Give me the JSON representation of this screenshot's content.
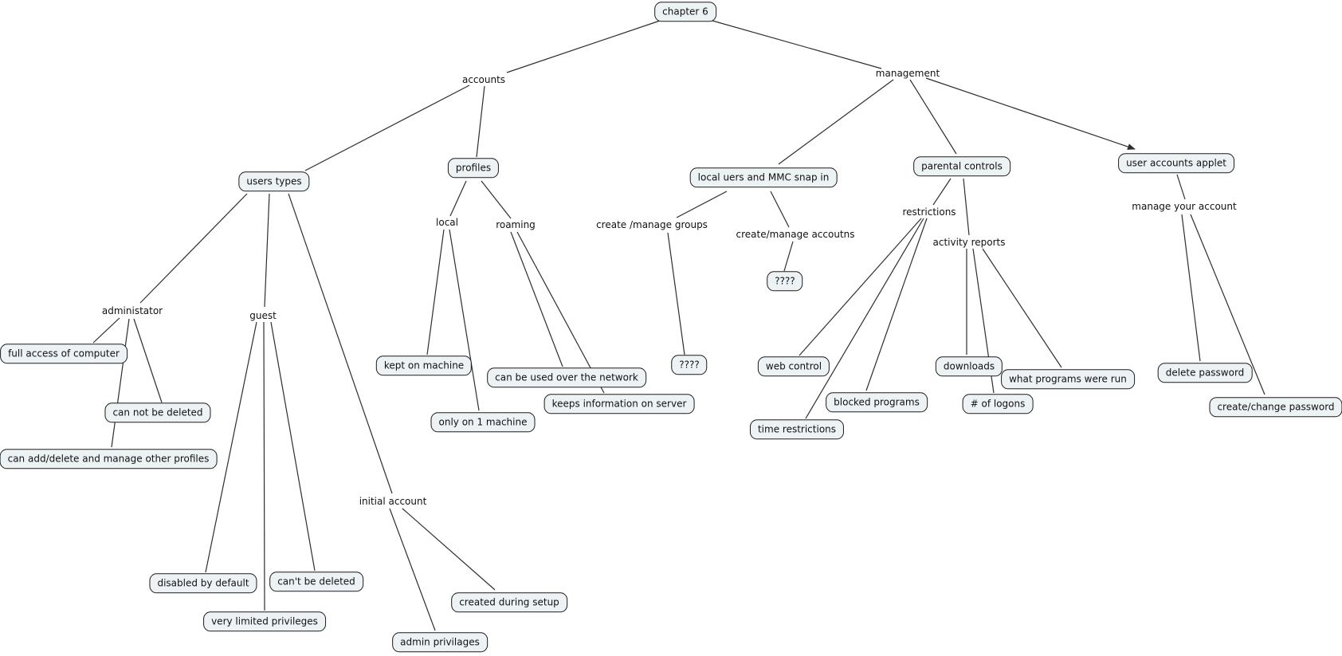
{
  "diagram_title": "chapter 6",
  "colors": {
    "background": "#ffffff",
    "node_fill": "#edf2f5",
    "node_border": "#1c1c1c",
    "line": "#2e2e2e",
    "text": "#111111"
  },
  "nodes": {
    "chapter6": {
      "label": "chapter 6",
      "type": "box"
    },
    "accounts": {
      "label": "accounts",
      "type": "text"
    },
    "management": {
      "label": "management",
      "type": "text"
    },
    "users_types": {
      "label": "users types",
      "type": "box"
    },
    "profiles": {
      "label": "profiles",
      "type": "box"
    },
    "local_users_mmc": {
      "label": "local uers and MMC snap in",
      "type": "box"
    },
    "parental_controls": {
      "label": "parental controls",
      "type": "box"
    },
    "user_accounts_applet": {
      "label": "user accounts applet",
      "type": "box"
    },
    "administator": {
      "label": "administator",
      "type": "text"
    },
    "guest": {
      "label": "guest",
      "type": "text"
    },
    "initial_account": {
      "label": "initial account",
      "type": "text"
    },
    "full_access": {
      "label": "full access of computer",
      "type": "box"
    },
    "can_not_be_deleted": {
      "label": "can not be deleted",
      "type": "box"
    },
    "can_add_delete": {
      "label": "can add/delete and manage other profiles",
      "type": "box"
    },
    "disabled_by_default": {
      "label": "disabled by default",
      "type": "box"
    },
    "cant_be_deleted": {
      "label": "can't be deleted",
      "type": "box"
    },
    "very_limited_privileges": {
      "label": "very limited privileges",
      "type": "box"
    },
    "created_during_setup": {
      "label": "created during setup",
      "type": "box"
    },
    "admin_privilages": {
      "label": "admin privilages",
      "type": "box"
    },
    "local": {
      "label": "local",
      "type": "text"
    },
    "roaming": {
      "label": "roaming",
      "type": "text"
    },
    "kept_on_machine": {
      "label": "kept on machine",
      "type": "box"
    },
    "only_on_1_machine": {
      "label": "only on 1 machine",
      "type": "box"
    },
    "can_be_used_network": {
      "label": "can be used over the network",
      "type": "box"
    },
    "keeps_info_server": {
      "label": "keeps information on server",
      "type": "box"
    },
    "create_manage_groups": {
      "label": "create /manage groups",
      "type": "text"
    },
    "qmarks_groups": {
      "label": "????",
      "type": "box"
    },
    "create_manage_accoutns": {
      "label": "create/manage accoutns",
      "type": "text"
    },
    "qmarks_accounts": {
      "label": "????",
      "type": "box"
    },
    "restrictions": {
      "label": "restrictions",
      "type": "text"
    },
    "activity_reports": {
      "label": "activity reports",
      "type": "text"
    },
    "web_control": {
      "label": "web control",
      "type": "box"
    },
    "blocked_programs": {
      "label": "blocked programs",
      "type": "box"
    },
    "time_restrictions": {
      "label": "time restrictions",
      "type": "box"
    },
    "downloads": {
      "label": "downloads",
      "type": "box"
    },
    "num_logons": {
      "label": "# of logons",
      "type": "box"
    },
    "what_programs_run": {
      "label": "what programs were run",
      "type": "box"
    },
    "manage_your_account": {
      "label": "manage your account",
      "type": "text"
    },
    "delete_password": {
      "label": "delete password",
      "type": "box"
    },
    "create_change_password": {
      "label": "create/change password",
      "type": "box"
    }
  },
  "edges": [
    {
      "from": "chapter6",
      "to": "accounts"
    },
    {
      "from": "chapter6",
      "to": "management"
    },
    {
      "from": "accounts",
      "to": "users_types"
    },
    {
      "from": "accounts",
      "to": "profiles"
    },
    {
      "from": "users_types",
      "to": "administator"
    },
    {
      "from": "users_types",
      "to": "guest"
    },
    {
      "from": "users_types",
      "to": "initial_account"
    },
    {
      "from": "administator",
      "to": "full_access"
    },
    {
      "from": "administator",
      "to": "can_not_be_deleted"
    },
    {
      "from": "administator",
      "to": "can_add_delete"
    },
    {
      "from": "guest",
      "to": "disabled_by_default"
    },
    {
      "from": "guest",
      "to": "very_limited_privileges"
    },
    {
      "from": "guest",
      "to": "cant_be_deleted"
    },
    {
      "from": "initial_account",
      "to": "created_during_setup"
    },
    {
      "from": "initial_account",
      "to": "admin_privilages"
    },
    {
      "from": "profiles",
      "to": "local"
    },
    {
      "from": "profiles",
      "to": "roaming"
    },
    {
      "from": "local",
      "to": "kept_on_machine"
    },
    {
      "from": "local",
      "to": "only_on_1_machine"
    },
    {
      "from": "roaming",
      "to": "can_be_used_network"
    },
    {
      "from": "roaming",
      "to": "keeps_info_server"
    },
    {
      "from": "management",
      "to": "local_users_mmc"
    },
    {
      "from": "management",
      "to": "parental_controls"
    },
    {
      "from": "management",
      "to": "user_accounts_applet",
      "arrow": true
    },
    {
      "from": "local_users_mmc",
      "to": "create_manage_groups"
    },
    {
      "from": "local_users_mmc",
      "to": "create_manage_accoutns"
    },
    {
      "from": "create_manage_groups",
      "to": "qmarks_groups"
    },
    {
      "from": "create_manage_accoutns",
      "to": "qmarks_accounts"
    },
    {
      "from": "parental_controls",
      "to": "restrictions"
    },
    {
      "from": "parental_controls",
      "to": "activity_reports"
    },
    {
      "from": "restrictions",
      "to": "web_control"
    },
    {
      "from": "restrictions",
      "to": "blocked_programs"
    },
    {
      "from": "restrictions",
      "to": "time_restrictions"
    },
    {
      "from": "activity_reports",
      "to": "downloads"
    },
    {
      "from": "activity_reports",
      "to": "num_logons"
    },
    {
      "from": "activity_reports",
      "to": "what_programs_run"
    },
    {
      "from": "user_accounts_applet",
      "to": "manage_your_account"
    },
    {
      "from": "manage_your_account",
      "to": "delete_password"
    },
    {
      "from": "manage_your_account",
      "to": "create_change_password"
    }
  ]
}
